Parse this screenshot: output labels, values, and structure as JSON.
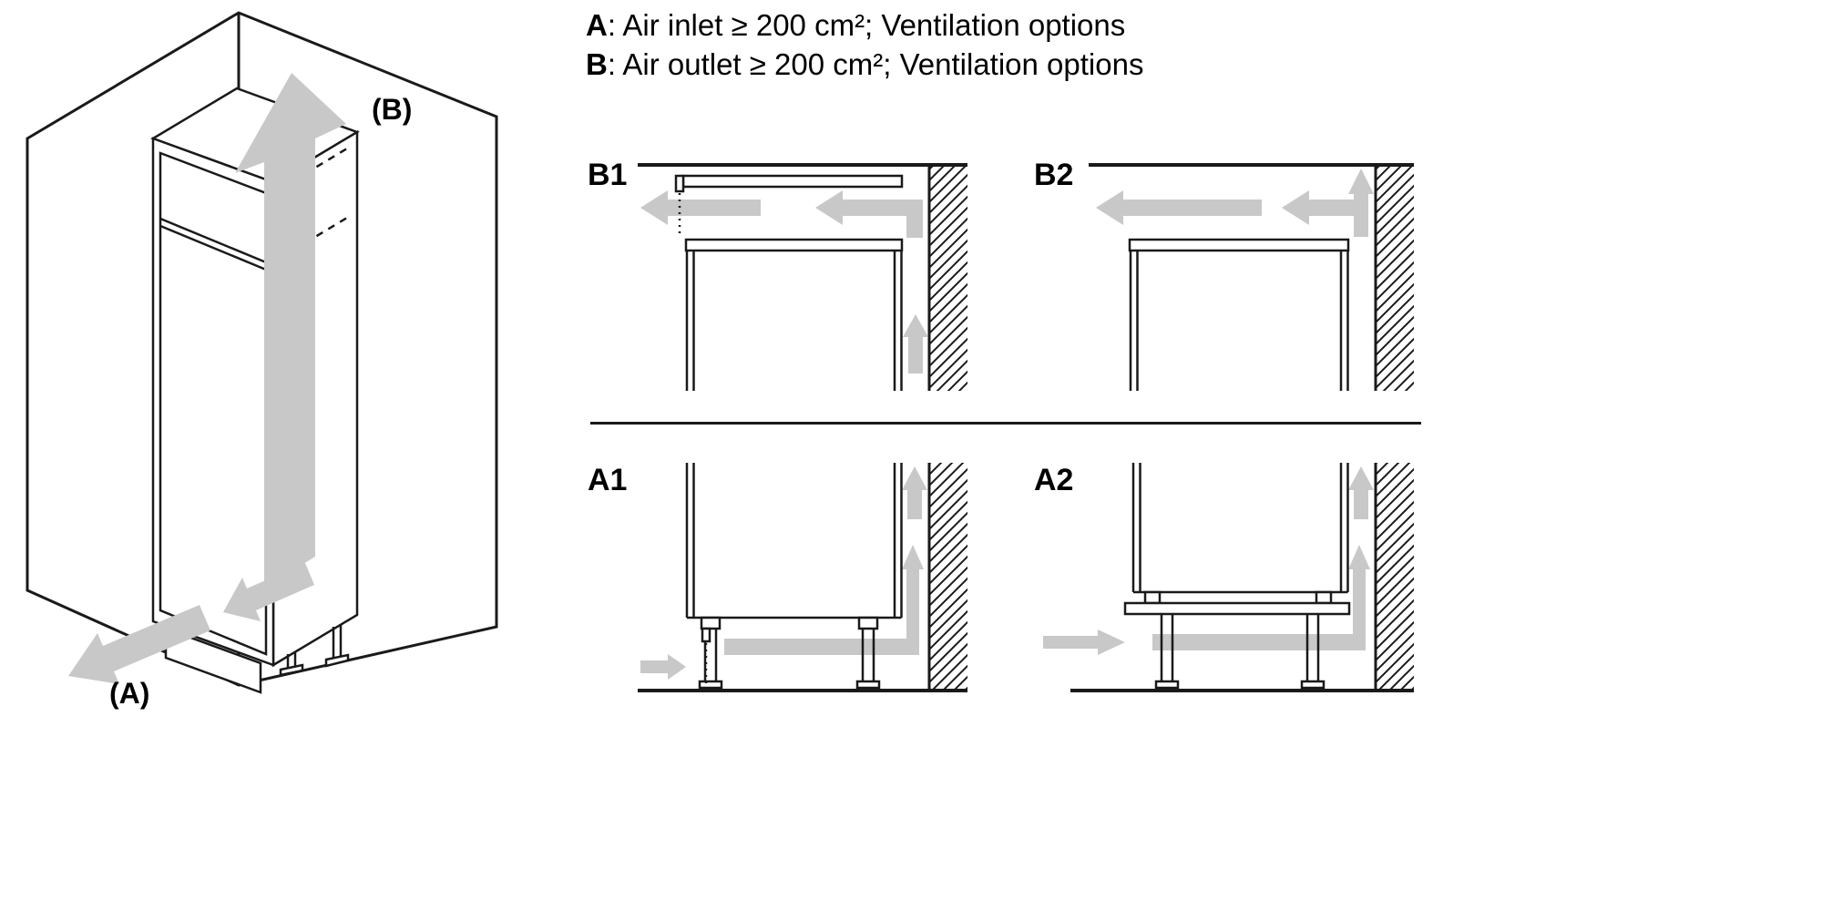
{
  "colors": {
    "line": "#1a1a1a",
    "arrow": "#c8c8c8",
    "background": "#ffffff"
  },
  "legend": {
    "items": [
      {
        "key": "A",
        "text": ": Air inlet ≥ 200 cm²; Ventilation options"
      },
      {
        "key": "B",
        "text": ": Air outlet ≥ 200 cm²; Ventilation options"
      }
    ]
  },
  "overview_figure": {
    "air_outlet_label": "(B)",
    "air_inlet_label": "(A)"
  },
  "panels": {
    "b1": {
      "label": "B1"
    },
    "b2": {
      "label": "B2"
    },
    "a1": {
      "label": "A1"
    },
    "a2": {
      "label": "A2"
    }
  }
}
